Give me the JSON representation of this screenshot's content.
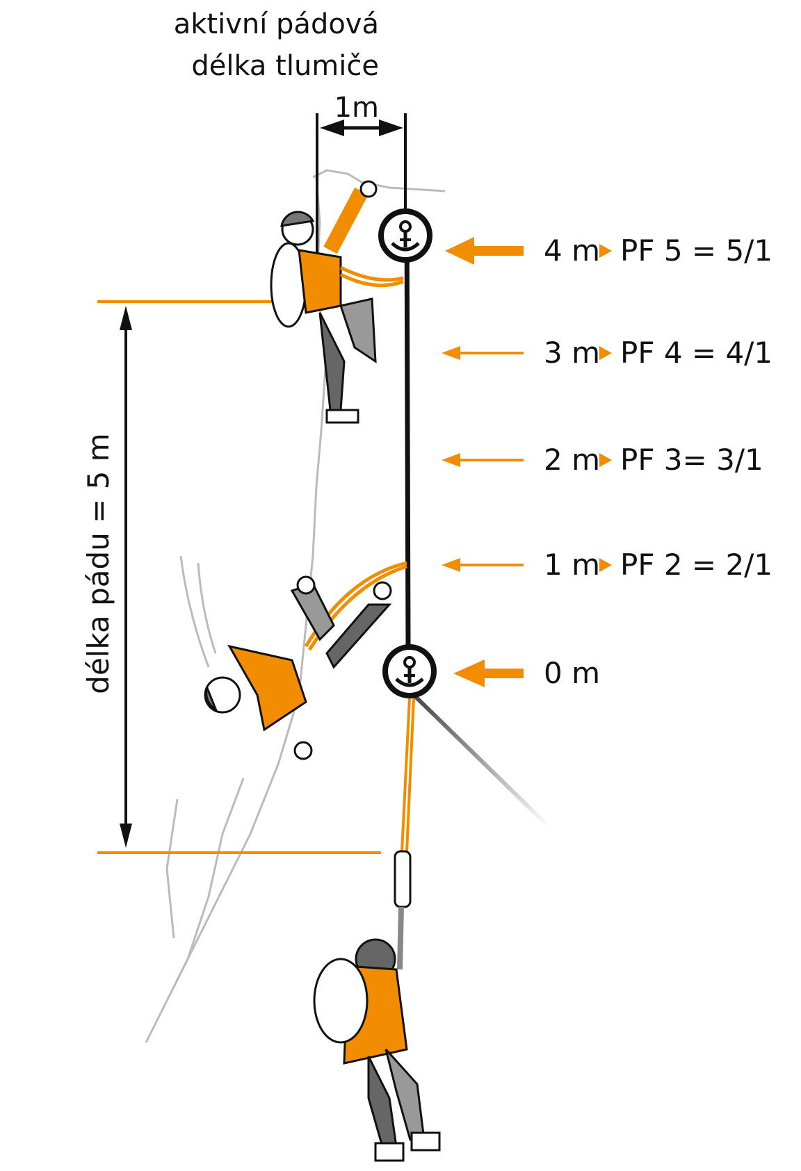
{
  "title": {
    "line1": "aktivní pádová",
    "line2": "délka tlumiče"
  },
  "damper_length": "1m",
  "fall_length": "délka pádu = 5 m",
  "levels": [
    {
      "height": "4 m",
      "pf": "PF 5 = 5/1",
      "arrow": "thick"
    },
    {
      "height": "3 m",
      "pf": "PF 4 = 4/1",
      "arrow": "thin"
    },
    {
      "height": "2 m",
      "pf": "PF 3= 3/1",
      "arrow": "thin"
    },
    {
      "height": "1 m",
      "pf": "PF 2 = 2/1",
      "arrow": "thin"
    },
    {
      "height": "0 m",
      "pf": "",
      "arrow": "thick"
    }
  ],
  "colors": {
    "accent": "#f28c00",
    "ink": "#111111",
    "rock": "#bbbbbb",
    "grey": "#8a8a8a"
  }
}
